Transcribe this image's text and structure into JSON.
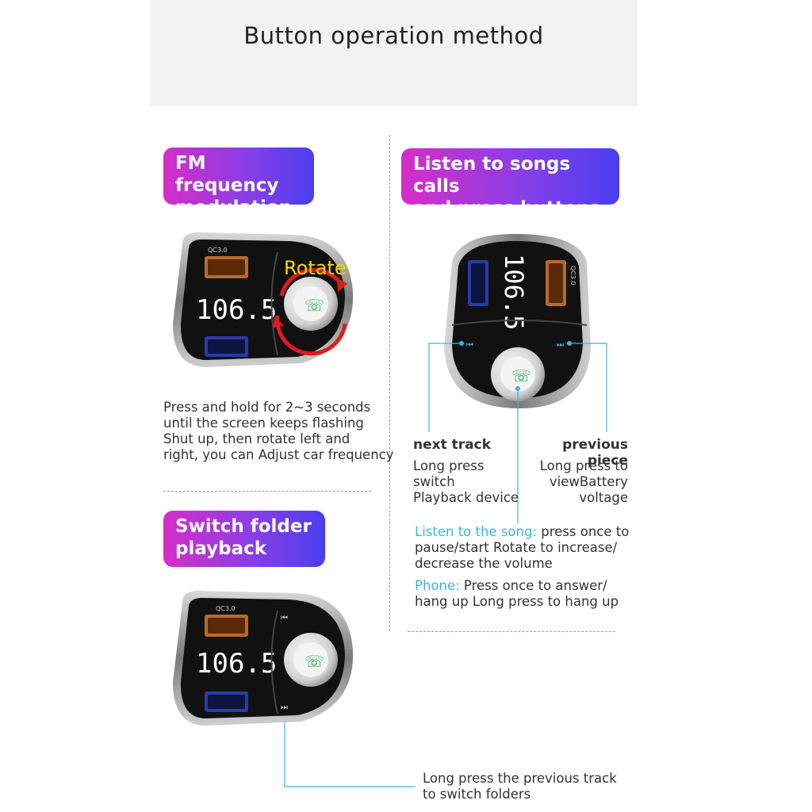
{
  "header": {
    "title": "Button operation method"
  },
  "fm": {
    "pill": [
      "FM frequency",
      "modulation"
    ],
    "device_port_label": "QC3.0",
    "display": "106.5",
    "rotate_label": "Rotate",
    "desc": [
      "Press and hold for 2~3 seconds",
      "until the screen keeps flashing",
      "Shut up, then rotate left and",
      "right, you can Adjust car frequency"
    ]
  },
  "listen": {
    "pill": [
      "Listen to songs calls",
      "and press buttons"
    ],
    "device_port_label": "QC3.0",
    "display": "106.5",
    "next_title": "next track",
    "next_desc": [
      "Long press",
      "switch",
      "Playback device"
    ],
    "prev_title": "previous piece",
    "prev_desc": [
      "Long press to",
      "viewBattery",
      "voltage"
    ],
    "song_label": "Listen to the song:",
    "song_desc": [
      " press once to",
      "pause/start Rotate to increase/",
      "decrease the volume"
    ],
    "phone_label": "Phone:",
    "phone_desc": [
      " Press once to answer/",
      "hang up Long press to hang up"
    ]
  },
  "folder": {
    "pill": [
      "Switch folder",
      "playback"
    ],
    "device_port_label": "QC3.0",
    "display": "106.5",
    "desc": [
      "Long press the previous track",
      "to switch folders"
    ]
  },
  "colors": {
    "cyan": "#3ab7dc",
    "red": "#e01a1a",
    "yellow": "#f5d300",
    "green": "#1aa84a"
  }
}
